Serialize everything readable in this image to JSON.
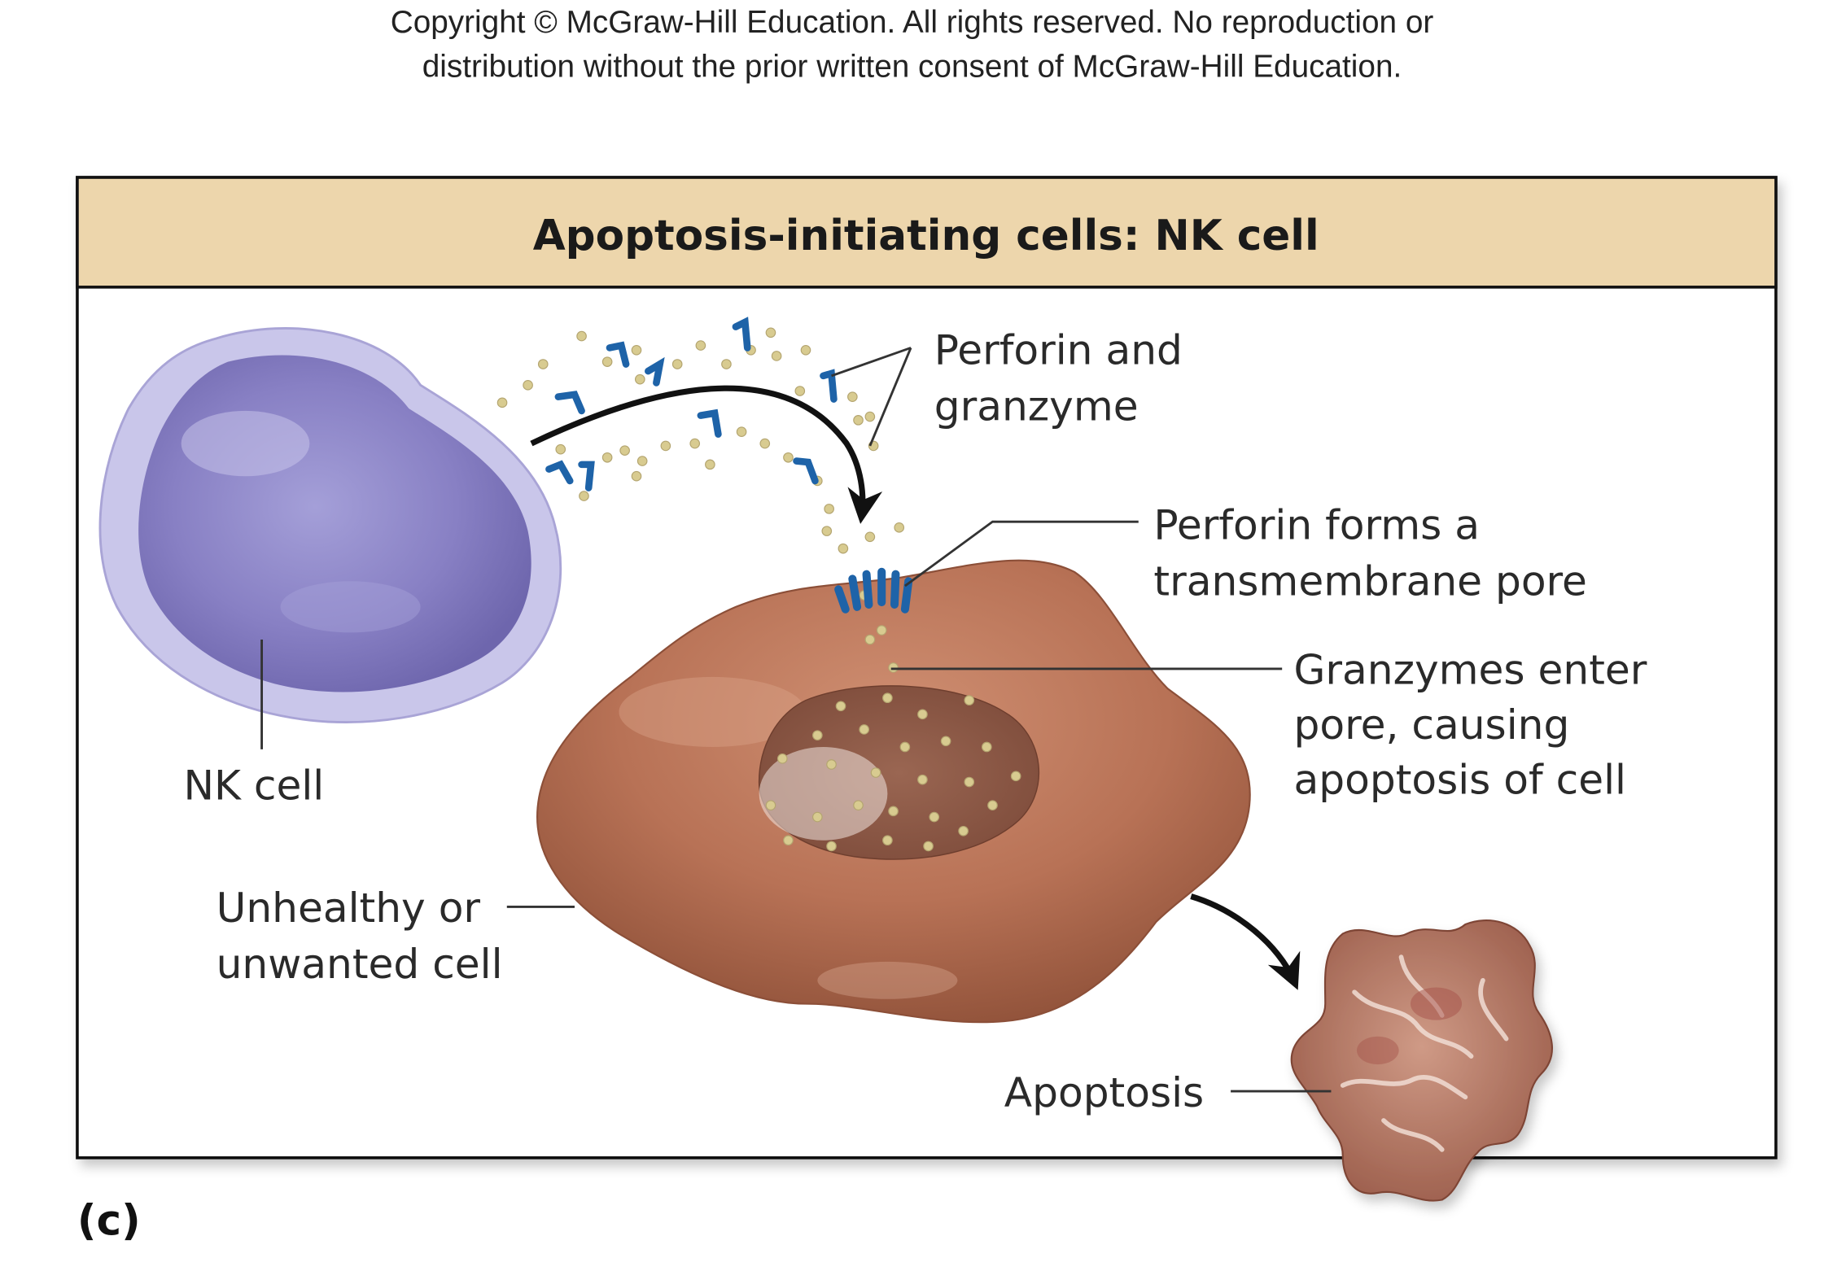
{
  "copyright": {
    "line1": "Copyright © McGraw-Hill Education. All rights reserved. No reproduction or",
    "line2": "distribution without the prior written consent of McGraw-Hill Education."
  },
  "title": "Apoptosis-initiating cells: NK cell",
  "labels": {
    "perforin_granzyme": [
      "Perforin and",
      "granzyme"
    ],
    "perforin_pore": [
      "Perforin forms a",
      "transmembrane pore"
    ],
    "granzymes_enter": [
      "Granzymes enter",
      "pore, causing",
      "apoptosis of cell"
    ],
    "nk_cell": "NK cell",
    "unhealthy_cell": [
      "Unhealthy or",
      "unwanted cell"
    ],
    "apoptosis": "Apoptosis"
  },
  "panel_label": "(c)",
  "colors": {
    "title_bar": "#edd6ac",
    "nk_cell": "#8e88c8",
    "target_cell": "#b87256",
    "nucleus": "#8c5a48",
    "perforin": "#1e63a8",
    "granzyme": "#d8cb90",
    "apoptotic_cell": "#b87a68"
  }
}
